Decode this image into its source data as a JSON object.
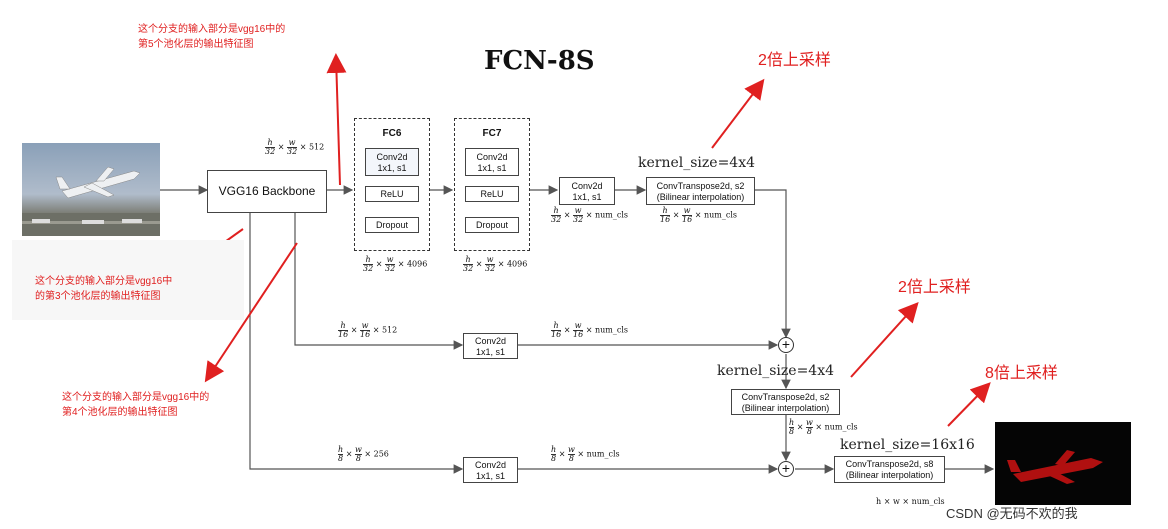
{
  "title": "FCN-8S",
  "notes": {
    "top": [
      "这个分支的输入部分是vgg16中的",
      "第5个池化层的输出特征图"
    ],
    "mid": [
      "这个分支的输入部分是vgg16中",
      "的第3个池化层的输出特征图"
    ],
    "bottom": [
      "这个分支的输入部分是vgg16中的",
      "第4个池化层的输出特征图"
    ]
  },
  "upsample": {
    "top": "2倍上采样",
    "mid": "2倍上采样",
    "bottom": "8倍上采样"
  },
  "kernel": {
    "top": "kernel_size=4x4",
    "mid": "kernel_size=4x4",
    "bottom": "kernel_size=16x16"
  },
  "backbone": "VGG16 Backbone",
  "fc6": {
    "title": "FC6",
    "items": [
      "Conv2d",
      "1x1, s1",
      "ReLU",
      "Dropout"
    ]
  },
  "fc7": {
    "title": "FC7",
    "items": [
      "Conv2d",
      "1x1, s1",
      "ReLU",
      "Dropout"
    ]
  },
  "conv": {
    "l1": "Conv2d",
    "l2": "1x1, s1"
  },
  "deconv_s2": {
    "l1": "ConvTranspose2d, s2",
    "l2": "(Bilinear interpolation)"
  },
  "deconv_s8": {
    "l1": "ConvTranspose2d, s8",
    "l2": "(Bilinear interpolation)"
  },
  "dims": {
    "d512_32": "× 512",
    "d4096": "× 4096",
    "dnum": "× num_cls",
    "d512_16": "× 512",
    "d256": "× 256",
    "final": "h × w × num_cls",
    "h": "h",
    "w": "w",
    "times": "×",
    "n32": "32",
    "n16": "16",
    "n8": "8"
  },
  "watermark": "CSDN @无码不欢的我",
  "colors": {
    "red": "#e02020",
    "line": "#555555"
  }
}
